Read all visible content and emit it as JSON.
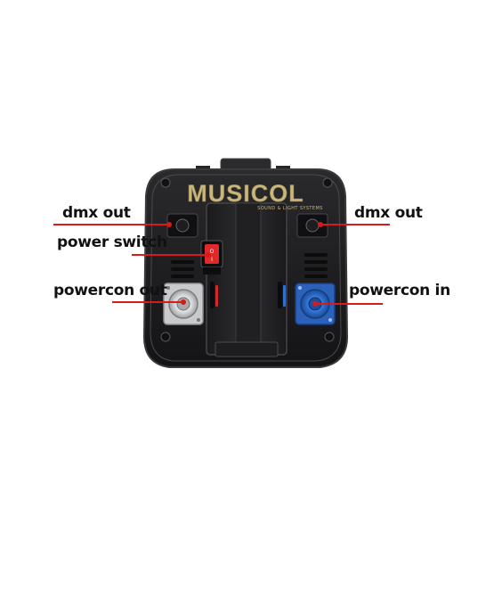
{
  "brand": {
    "logo_text": "MUSICOL",
    "tagline": "SOUND & LIGHT SYSTEMS"
  },
  "labels": {
    "dmx_out_left": "dmx out",
    "dmx_out_right": "dmx out",
    "power_switch": "power switch",
    "powercon_out": "powercon out",
    "powercon_in": "powercon in"
  },
  "colors": {
    "pointer": "#d81a1a",
    "logo": "#c9b67a",
    "powercon_out": "#d9dadb",
    "powercon_in": "#2f6fcf",
    "switch": "#e02a2a",
    "body": "#1c1c1e"
  }
}
